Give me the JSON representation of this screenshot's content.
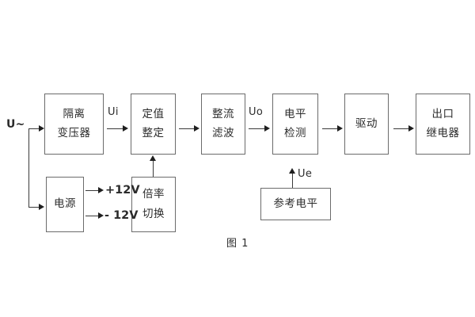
{
  "figure": {
    "caption": "图 1",
    "input_label": "U~",
    "colors": {
      "box_border": "#6b6b6b",
      "line": "#3a3a3a",
      "text": "#2b2b2b",
      "background": "#ffffff"
    }
  },
  "blocks": [
    {
      "id": "isolation-transformer",
      "line1": "隔离",
      "line2": "变压器"
    },
    {
      "id": "setting-value",
      "line1": "定值",
      "line2": "整定"
    },
    {
      "id": "rectifier-filter",
      "line1": "整流",
      "line2": "滤波"
    },
    {
      "id": "level-detection",
      "line1": "电平",
      "line2": "检测"
    },
    {
      "id": "driver",
      "line1": "驱动",
      "line2": ""
    },
    {
      "id": "output-relay",
      "line1": "出口",
      "line2": "继电器"
    },
    {
      "id": "power-supply",
      "line1": "电源",
      "line2": ""
    },
    {
      "id": "multiplier-switch",
      "line1": "倍率",
      "line2": "切换"
    },
    {
      "id": "reference-level",
      "line1": "参考电平",
      "line2": ""
    }
  ],
  "signals": {
    "ui": "Ui",
    "uo": "Uo",
    "ue": "Ue",
    "rail_positive": "+12V",
    "rail_negative": "- 12V"
  }
}
